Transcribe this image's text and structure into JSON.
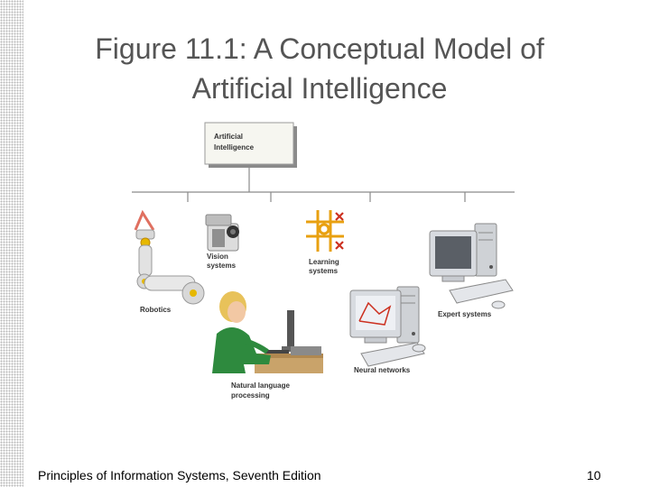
{
  "slide": {
    "title_line1": "Figure 11.1: A Conceptual Model of",
    "title_line2": "Artificial Intelligence"
  },
  "diagram": {
    "root_line1": "Artificial",
    "root_line2": "Intelligence",
    "robotics": "Robotics",
    "vision_line1": "Vision",
    "vision_line2": "systems",
    "learning_line1": "Learning",
    "learning_line2": "systems",
    "expert": "Expert systems",
    "neural": "Neural networks",
    "nlp_line1": "Natural language",
    "nlp_line2": "processing"
  },
  "footer": {
    "source": "Principles of Information Systems, Seventh Edition",
    "page_number": "10"
  }
}
